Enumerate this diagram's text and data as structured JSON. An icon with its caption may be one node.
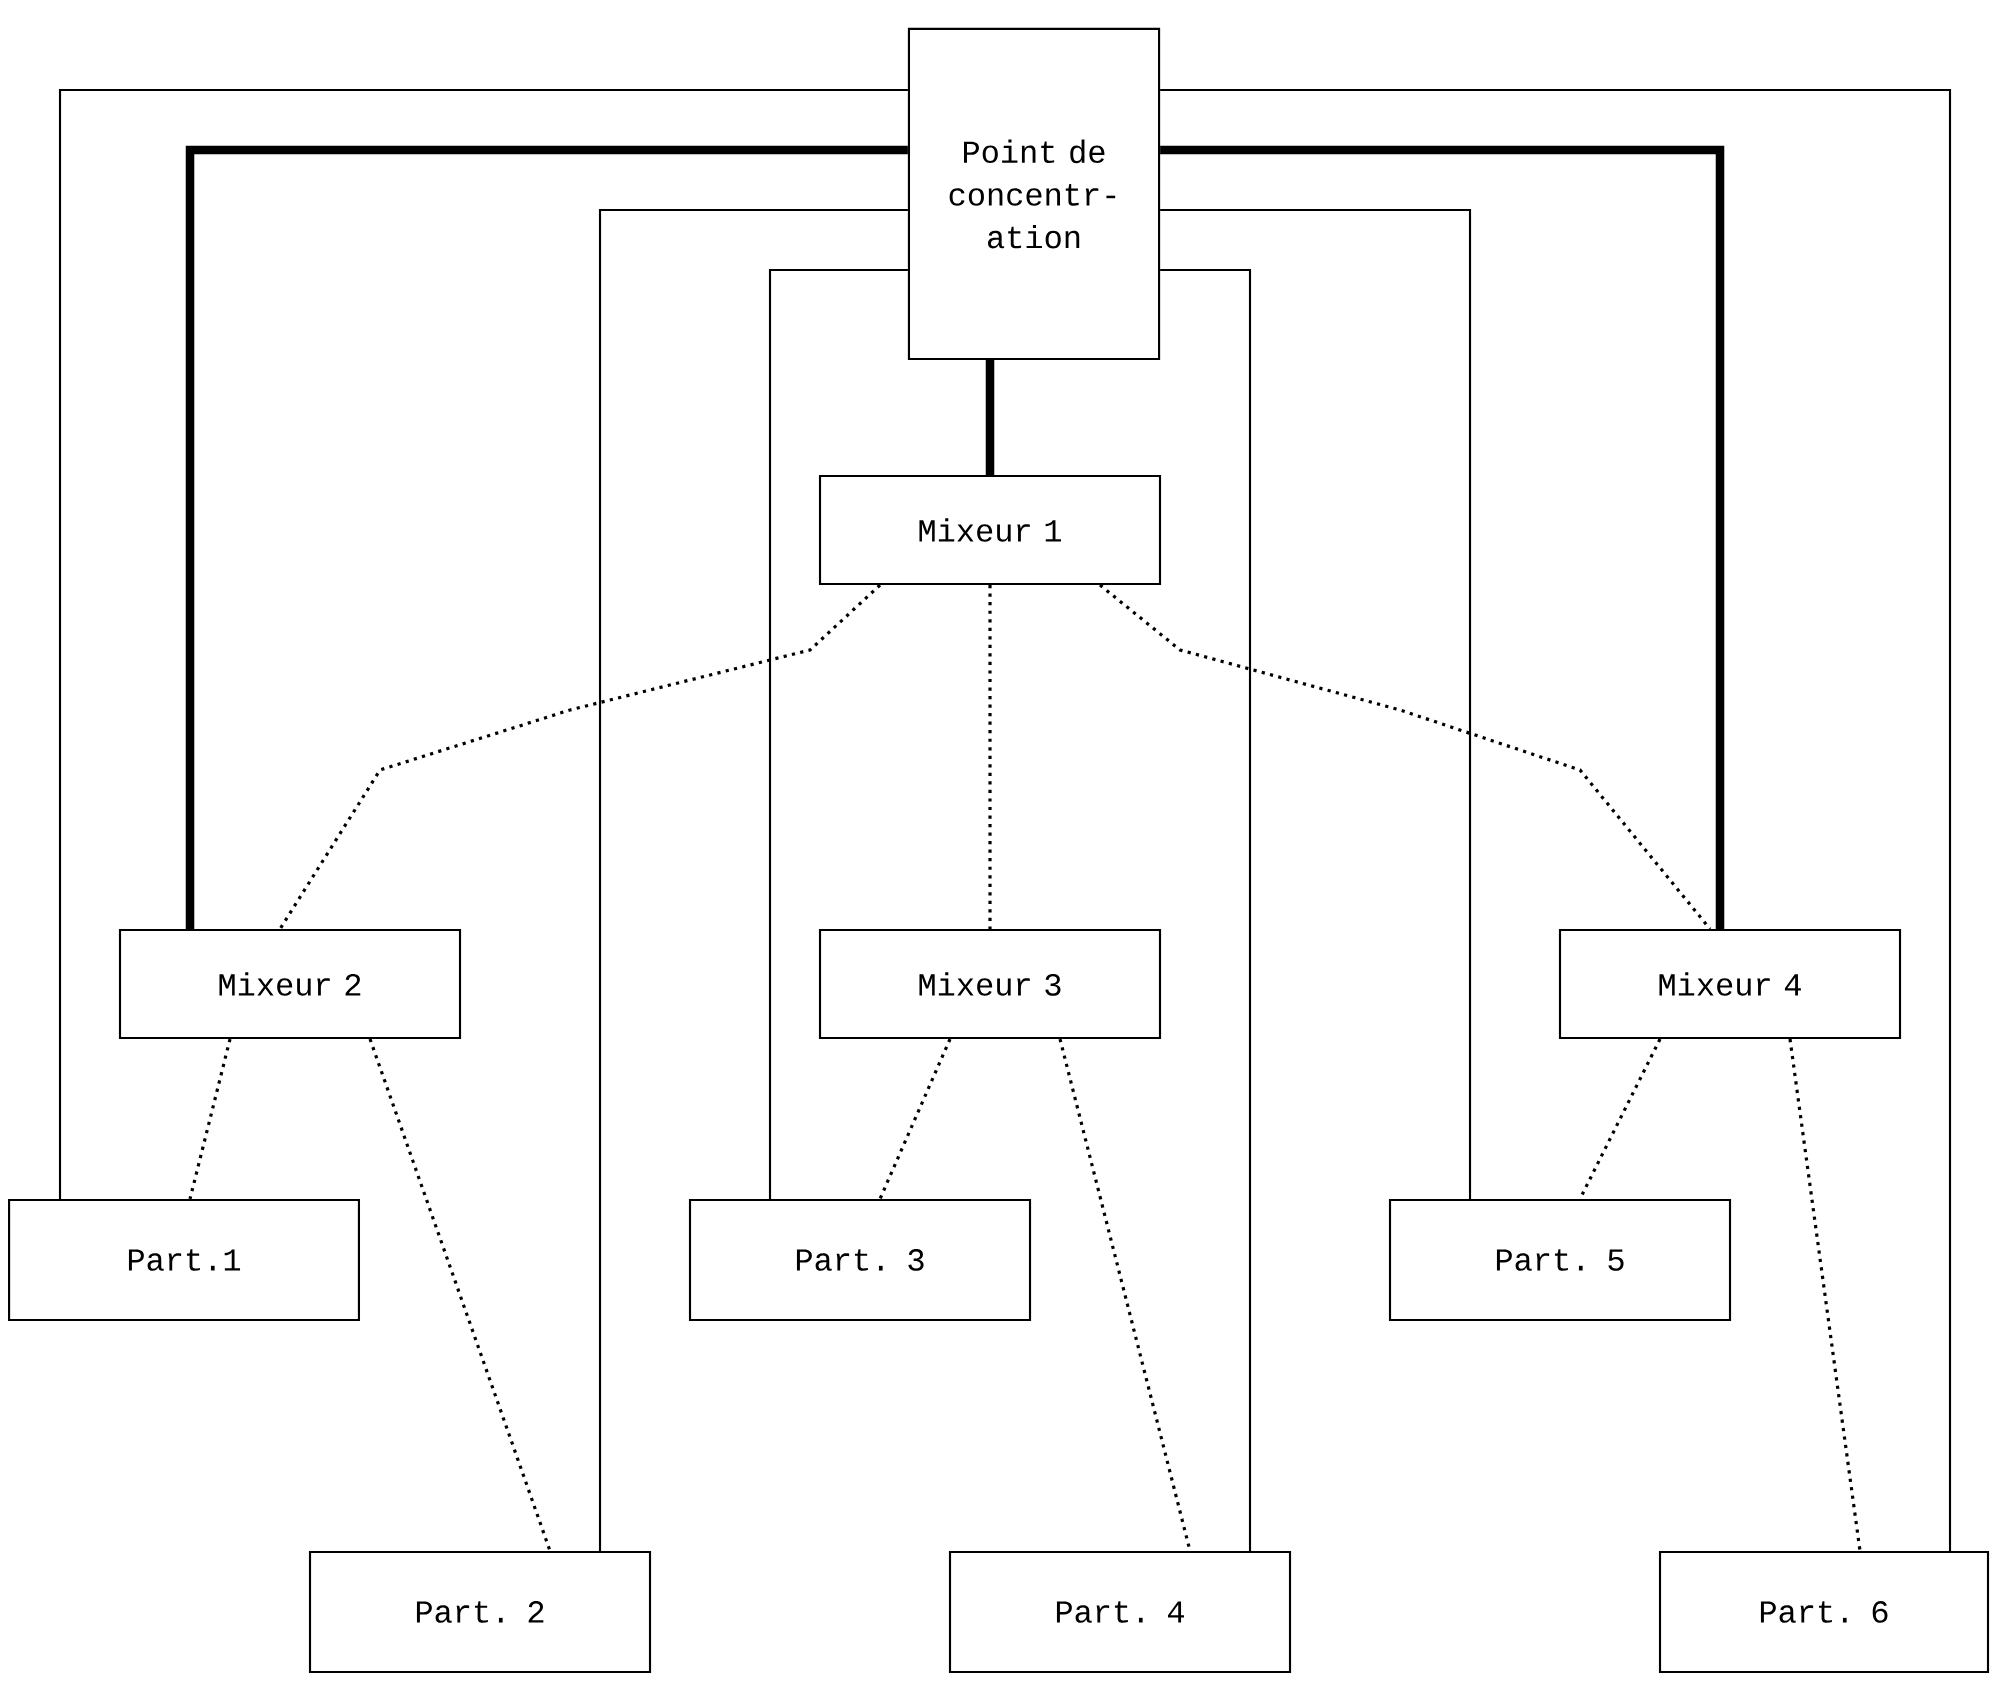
{
  "diagram": {
    "nodes": [
      {
        "text": [
          "Point de concentr- ation"
        ]
      },
      {
        "text": [
          "Mixeur 1"
        ]
      },
      {
        "text": [
          "Mixeur 2"
        ]
      },
      {
        "text": [
          "Mixeur 3"
        ]
      },
      {
        "text": [
          "Mixeur 4"
        ]
      },
      {
        "text": [
          "Part.1"
        ]
      },
      {
        "text": [
          "Part. 2"
        ]
      },
      {
        "text": [
          "Part. 3"
        ]
      },
      {
        "text": [
          "Part. 4"
        ]
      },
      {
        "text": [
          "Part. 5"
        ]
      },
      {
        "text": [
          "Part. 6"
        ]
      }
    ],
    "edges": [
      {
        "from": 0,
        "to": 5,
        "arrow": "none"
      },
      {
        "from": 0,
        "to": 10,
        "arrow": "none"
      },
      {
        "from": 0,
        "to": 2,
        "arrow": "none",
        "style": "thick"
      },
      {
        "from": 0,
        "to": 4,
        "arrow": "none",
        "style": "thick"
      },
      {
        "from": 0,
        "to": 6,
        "arrow": "none"
      },
      {
        "from": 0,
        "to": 9,
        "arrow": "none"
      },
      {
        "from": 0,
        "to": 7,
        "arrow": "none"
      },
      {
        "from": 0,
        "to": 8,
        "arrow": "none"
      },
      {
        "from": 0,
        "to": 1,
        "arrow": "none",
        "style": "thick"
      },
      {
        "from": 1,
        "to": 2,
        "arrow": "none",
        "style": "dashed"
      },
      {
        "from": 1,
        "to": 3,
        "arrow": "none",
        "style": "dashed"
      },
      {
        "from": 1,
        "to": 4,
        "arrow": "none",
        "style": "dashed"
      },
      {
        "from": 2,
        "to": 5,
        "arrow": "none",
        "style": "dashed"
      },
      {
        "from": 2,
        "to": 6,
        "arrow": "none",
        "style": "dashed"
      },
      {
        "from": 3,
        "to": 7,
        "arrow": "none",
        "style": "dashed"
      },
      {
        "from": 3,
        "to": 8,
        "arrow": "none",
        "style": "dashed"
      },
      {
        "from": 4,
        "to": 9,
        "arrow": "none",
        "style": "dashed"
      },
      {
        "from": 4,
        "to": 10,
        "arrow": "none",
        "style": "dashed"
      }
    ]
  }
}
